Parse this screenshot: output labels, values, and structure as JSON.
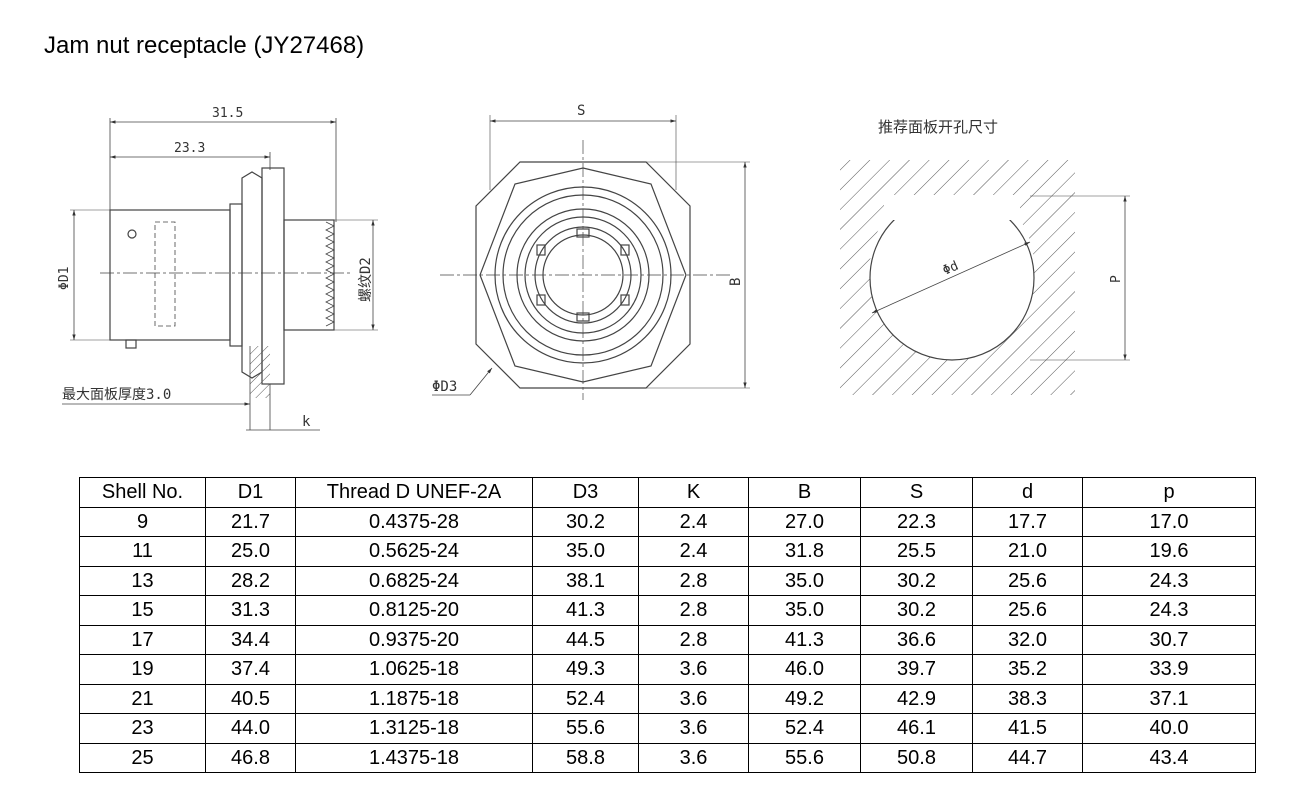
{
  "title": "Jam nut receptacle (JY27468)",
  "drawing_side": {
    "dim_overall": "31.5",
    "dim_body": "23.3",
    "label_d1": "ΦD1",
    "label_thread": "螺纹D2",
    "label_panel": "最大面板厚度3.0",
    "label_k": "k"
  },
  "drawing_front": {
    "label_s": "S",
    "label_b": "B",
    "label_d3": "ΦD3"
  },
  "drawing_cutout": {
    "caption": "推荐面板开孔尺寸",
    "label_d": "Φd",
    "label_p": "P"
  },
  "table": {
    "headers": [
      "Shell No.",
      "D1",
      "Thread D UNEF-2A",
      "D3",
      "K",
      "B",
      "S",
      "d",
      "p"
    ],
    "rows": [
      [
        "9",
        "21.7",
        "0.4375-28",
        "30.2",
        "2.4",
        "27.0",
        "22.3",
        "17.7",
        "17.0"
      ],
      [
        "11",
        "25.0",
        "0.5625-24",
        "35.0",
        "2.4",
        "31.8",
        "25.5",
        "21.0",
        "19.6"
      ],
      [
        "13",
        "28.2",
        "0.6825-24",
        "38.1",
        "2.8",
        "35.0",
        "30.2",
        "25.6",
        "24.3"
      ],
      [
        "15",
        "31.3",
        "0.8125-20",
        "41.3",
        "2.8",
        "35.0",
        "30.2",
        "25.6",
        "24.3"
      ],
      [
        "17",
        "34.4",
        "0.9375-20",
        "44.5",
        "2.8",
        "41.3",
        "36.6",
        "32.0",
        "30.7"
      ],
      [
        "19",
        "37.4",
        "1.0625-18",
        "49.3",
        "3.6",
        "46.0",
        "39.7",
        "35.2",
        "33.9"
      ],
      [
        "21",
        "40.5",
        "1.1875-18",
        "52.4",
        "3.6",
        "49.2",
        "42.9",
        "38.3",
        "37.1"
      ],
      [
        "23",
        "44.0",
        "1.3125-18",
        "55.6",
        "3.6",
        "52.4",
        "46.1",
        "41.5",
        "40.0"
      ],
      [
        "25",
        "46.8",
        "1.4375-18",
        "58.8",
        "3.6",
        "55.6",
        "50.8",
        "44.7",
        "43.4"
      ]
    ]
  }
}
